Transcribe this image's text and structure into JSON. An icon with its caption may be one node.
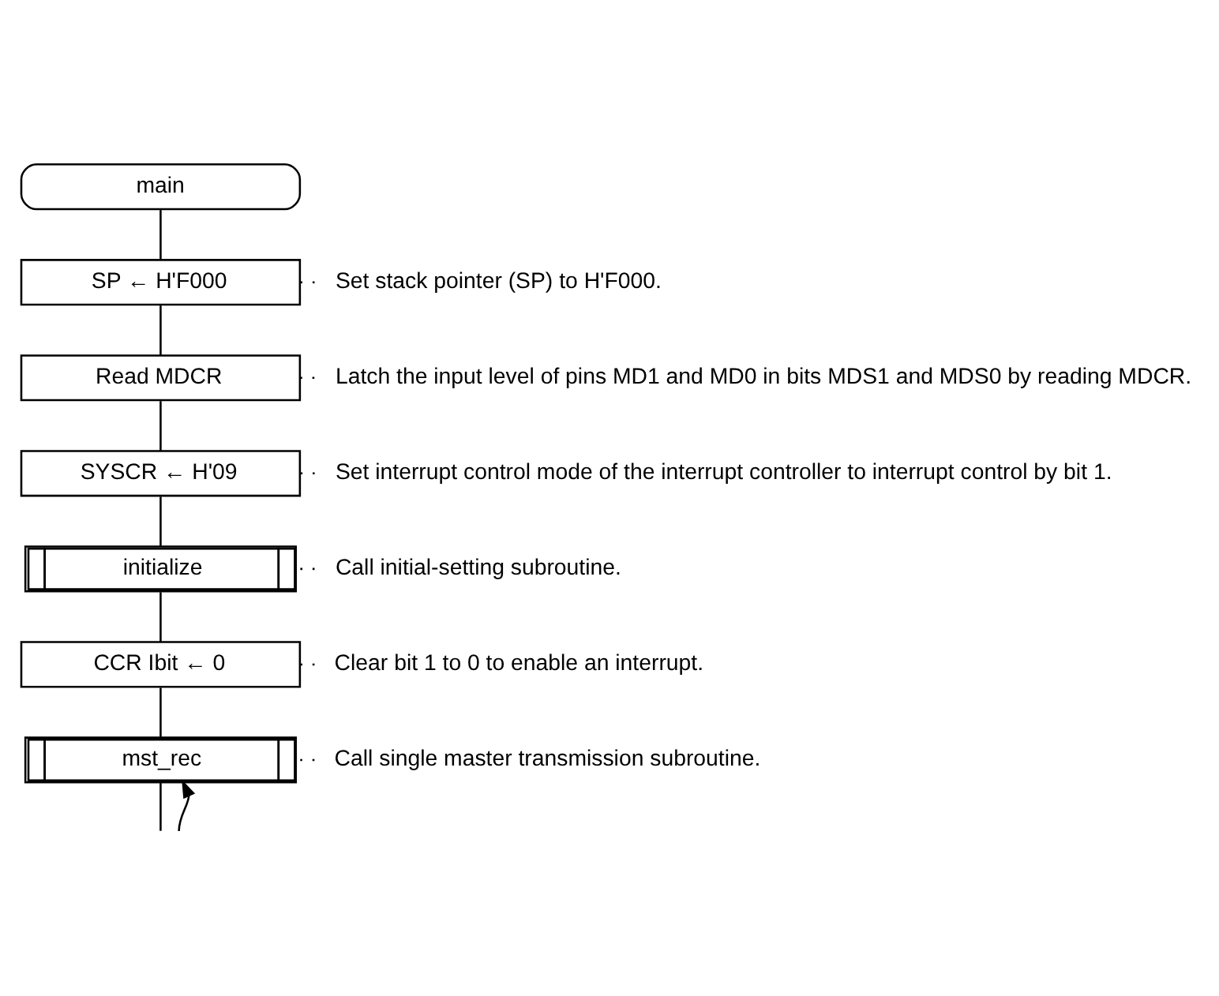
{
  "diagram": {
    "nodes": [
      {
        "text": [
          "main"
        ]
      },
      {
        "text": [
          "SP ← H'F000"
        ],
        "beside": [
          "Set stack pointer (SP) to H'F000."
        ]
      },
      {
        "text": [
          "Read MDCR"
        ],
        "beside": [
          "Latch the input level of pins MD1 and MD0 in bits MDS1 and MDS0 by reading MDCR."
        ]
      },
      {
        "text": [
          "SYSCR ← H'09"
        ],
        "beside": [
          "Set interrupt control mode of the interrupt controller to interrupt control by bit 1."
        ]
      },
      {
        "text": [
          "initialize"
        ],
        "beside": [
          "Call initial-setting subroutine."
        ]
      },
      {
        "text": [
          "CCR Ibit ← 0"
        ],
        "beside": [
          "Clear bit 1 to 0 to enable an interrupt."
        ]
      },
      {
        "text": [
          "mst_rec"
        ],
        "beside": [
          "Call single master transmission subroutine."
        ]
      }
    ],
    "edges": [
      {
        "from": 0,
        "to": 1,
        "arrow": "none"
      },
      {
        "from": 1,
        "to": 2,
        "arrow": "none"
      },
      {
        "from": 2,
        "to": 3,
        "arrow": "none"
      },
      {
        "from": 3,
        "to": 4,
        "arrow": "none"
      },
      {
        "from": 4,
        "to": 5,
        "arrow": "none"
      },
      {
        "from": 5,
        "to": 6,
        "arrow": "none"
      },
      {
        "from": 6,
        "to": null,
        "arrow": "none"
      },
      {
        "from": null,
        "to": 6,
        "arrow": "to"
      }
    ]
  }
}
